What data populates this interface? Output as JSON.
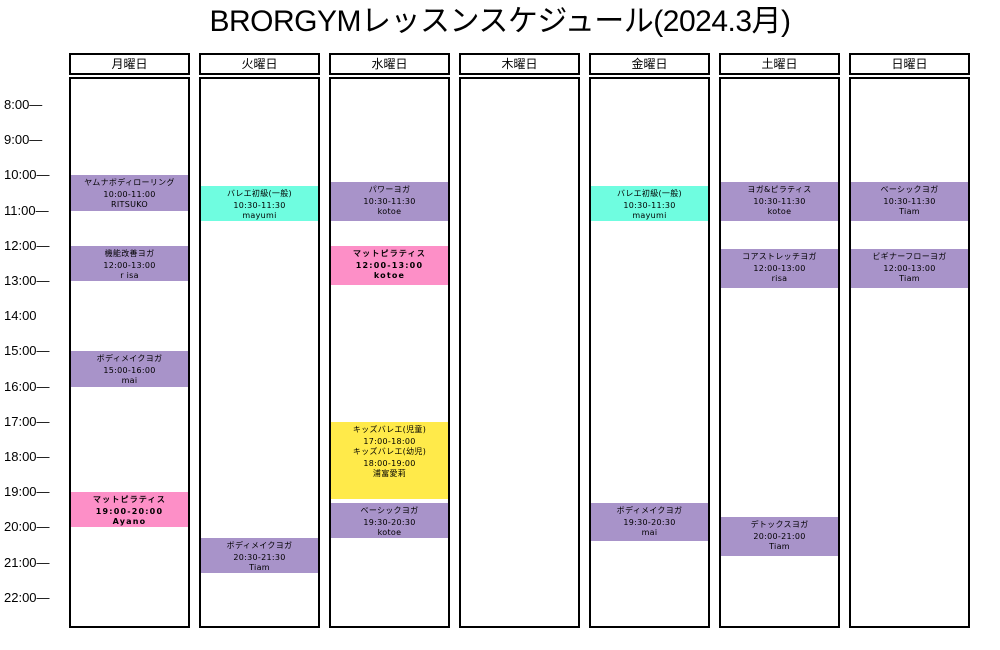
{
  "title": "BRORGYMレッスンスケジュール(2024.3月)",
  "times": [
    "8:00—",
    "9:00—",
    "10:00—",
    "11:00—",
    "12:00—",
    "13:00—",
    "14:00",
    "15:00—",
    "16:00—",
    "17:00—",
    "18:00—",
    "19:00—",
    "20:00—",
    "21:00—",
    "22:00—"
  ],
  "days": [
    "月曜日",
    "火曜日",
    "水曜日",
    "木曜日",
    "金曜日",
    "土曜日",
    "日曜日"
  ],
  "colors": {
    "purple": "#a893c9",
    "cyan": "#6ffde0",
    "pink": "#fd8fc7",
    "yellow": "#ffea4a"
  },
  "lessons": [
    {
      "day": 0,
      "start": 10.0,
      "end": 11.0,
      "color": "purple",
      "name": "ヤムナボディローリング",
      "time": "10:00-11:00",
      "instructor": "RITSUKO",
      "bold": false
    },
    {
      "day": 0,
      "start": 12.0,
      "end": 13.0,
      "color": "purple",
      "name": "機能改善ヨガ",
      "time": "12:00-13:00",
      "instructor": "r isa",
      "bold": false
    },
    {
      "day": 0,
      "start": 15.0,
      "end": 16.0,
      "color": "purple",
      "name": "ボディメイクヨガ",
      "time": "15:00-16:00",
      "instructor": "mai",
      "bold": false
    },
    {
      "day": 0,
      "start": 19.0,
      "end": 20.0,
      "color": "pink",
      "name": "マットピラティス",
      "time": "19:00-20:00",
      "instructor": "Ayano",
      "bold": true
    },
    {
      "day": 1,
      "start": 10.3,
      "end": 11.3,
      "color": "cyan",
      "name": "バレエ初級(一般)",
      "time": "10:30-11:30",
      "instructor": "mayumi",
      "bold": false
    },
    {
      "day": 1,
      "start": 20.3,
      "end": 21.3,
      "color": "purple",
      "name": "ボディメイクヨガ",
      "time": "20:30-21:30",
      "instructor": "Tiam",
      "bold": false
    },
    {
      "day": 2,
      "start": 10.2,
      "end": 11.3,
      "color": "purple",
      "name": "パワーヨガ",
      "time": "10:30-11:30",
      "instructor": "kotoe",
      "bold": false
    },
    {
      "day": 2,
      "start": 12.0,
      "end": 13.1,
      "color": "pink",
      "name": "マットピラティス",
      "time": "12:00-13:00",
      "instructor": "kotoe",
      "bold": true
    },
    {
      "day": 2,
      "start": 17.0,
      "end": 19.2,
      "color": "yellow",
      "name": "キッズバレエ(児童)",
      "time": "17:00-18:00",
      "name2": "キッズバレエ(幼児)",
      "time2": "18:00-19:00",
      "instructor": "浦富愛莉",
      "bold": false
    },
    {
      "day": 2,
      "start": 19.3,
      "end": 20.3,
      "color": "purple",
      "name": "ベーシックヨガ",
      "time": "19:30-20:30",
      "instructor": "kotoe",
      "bold": false
    },
    {
      "day": 4,
      "start": 10.3,
      "end": 11.3,
      "color": "cyan",
      "name": "バレエ初級(一般)",
      "time": "10:30-11:30",
      "instructor": "mayumi",
      "bold": false
    },
    {
      "day": 4,
      "start": 19.3,
      "end": 20.4,
      "color": "purple",
      "name": "ボディメイクヨガ",
      "time": "19:30-20:30",
      "instructor": "mai",
      "bold": false
    },
    {
      "day": 5,
      "start": 10.2,
      "end": 11.3,
      "color": "purple",
      "name": "ヨガ&ピラティス",
      "time": "10:30-11:30",
      "instructor": "kotoe",
      "bold": false
    },
    {
      "day": 5,
      "start": 12.1,
      "end": 13.2,
      "color": "purple",
      "name": "コアストレッチヨガ",
      "time": "12:00-13:00",
      "instructor": "risa",
      "bold": false
    },
    {
      "day": 5,
      "start": 19.7,
      "end": 20.8,
      "color": "purple",
      "name": "デトックスヨガ",
      "time": "20:00-21:00",
      "instructor": "Tiam",
      "bold": false
    },
    {
      "day": 6,
      "start": 10.2,
      "end": 11.3,
      "color": "purple",
      "name": "ベーシックヨガ",
      "time": "10:30-11:30",
      "instructor": "Tiam",
      "bold": false
    },
    {
      "day": 6,
      "start": 12.1,
      "end": 13.2,
      "color": "purple",
      "name": "ビギナーフローヨガ",
      "time": "12:00-13:00",
      "instructor": "Tiam",
      "bold": false
    }
  ]
}
